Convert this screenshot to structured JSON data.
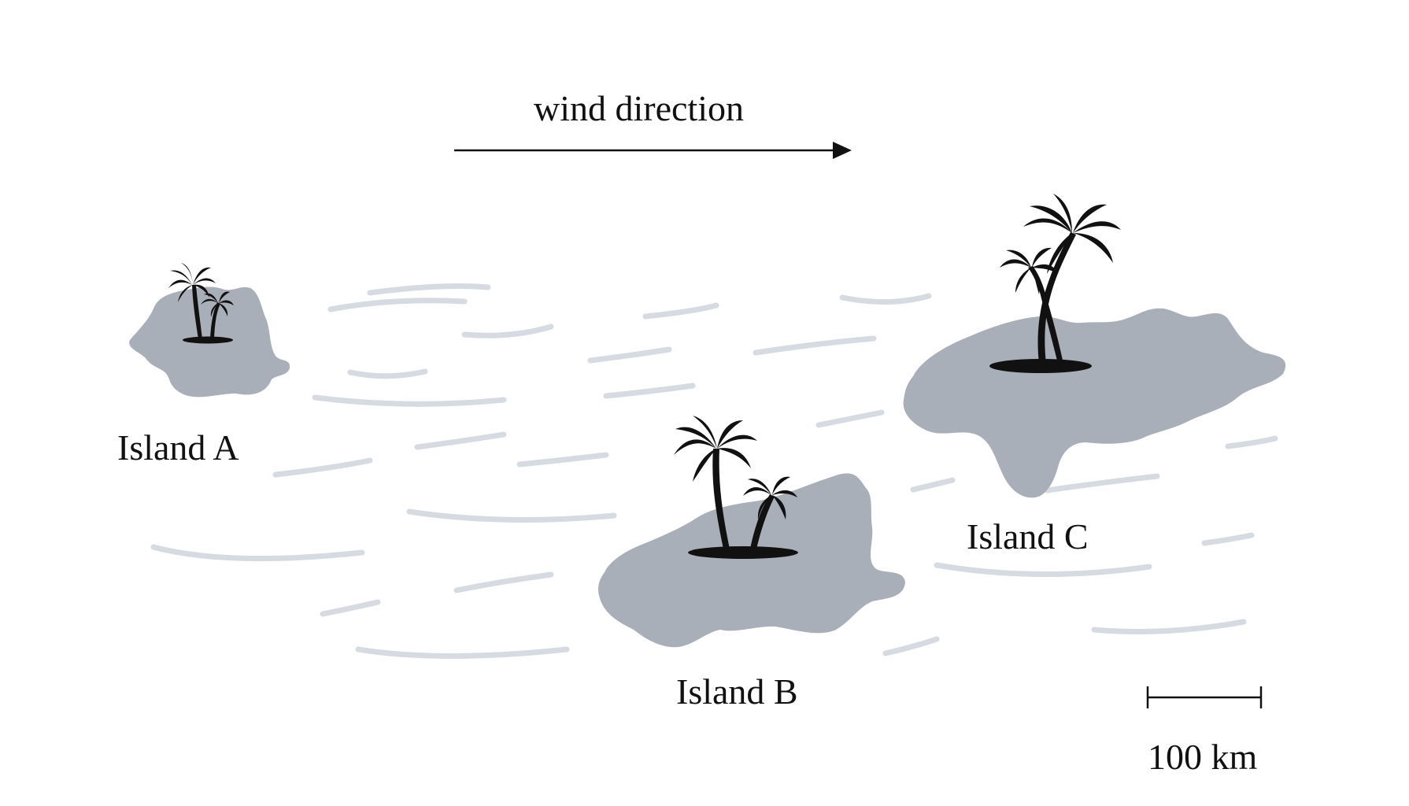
{
  "wind": {
    "label": "wind direction"
  },
  "islands": [
    {
      "id": "a",
      "label": "Island A"
    },
    {
      "id": "b",
      "label": "Island B"
    },
    {
      "id": "c",
      "label": "Island C"
    }
  ],
  "scale": {
    "label": "100 km"
  },
  "colors": {
    "land": "#a9afb8",
    "tree": "#111111",
    "wave": "#d6dbe2",
    "text": "#111111"
  }
}
